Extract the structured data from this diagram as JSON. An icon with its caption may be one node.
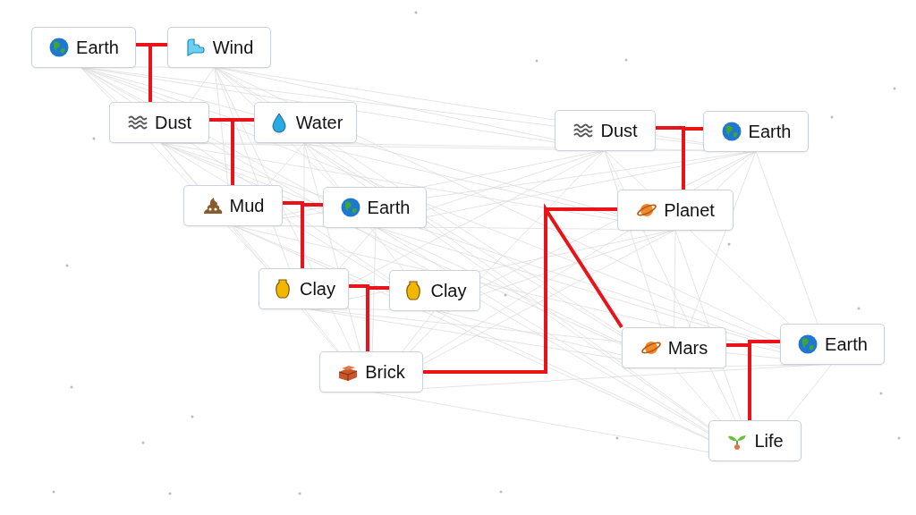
{
  "diagram": {
    "nodes": [
      {
        "text": [
          "Earth"
        ]
      },
      {
        "text": [
          "Wind"
        ]
      },
      {
        "text": [
          "Dust"
        ]
      },
      {
        "text": [
          "Water"
        ]
      },
      {
        "text": [
          "Mud"
        ]
      },
      {
        "text": [
          "Earth"
        ]
      },
      {
        "text": [
          "Clay"
        ]
      },
      {
        "text": [
          "Clay"
        ]
      },
      {
        "text": [
          "Brick"
        ]
      },
      {
        "text": [
          "Dust"
        ]
      },
      {
        "text": [
          "Earth"
        ]
      },
      {
        "text": [
          "Planet"
        ]
      },
      {
        "text": [
          "Mars"
        ]
      },
      {
        "text": [
          "Earth"
        ]
      },
      {
        "text": [
          "Life"
        ]
      }
    ],
    "edges": [
      {
        "from": 0,
        "to": 2,
        "arrow": "none"
      },
      {
        "from": 1,
        "to": 2,
        "arrow": "none"
      },
      {
        "from": 2,
        "to": 4,
        "arrow": "none"
      },
      {
        "from": 3,
        "to": 4,
        "arrow": "none"
      },
      {
        "from": 4,
        "to": 6,
        "arrow": "none"
      },
      {
        "from": 5,
        "to": 6,
        "arrow": "none"
      },
      {
        "from": 6,
        "to": 8,
        "arrow": "none"
      },
      {
        "from": 7,
        "to": 8,
        "arrow": "none"
      },
      {
        "from": 8,
        "to": 11,
        "arrow": "none"
      },
      {
        "from": 8,
        "to": 12,
        "arrow": "none"
      },
      {
        "from": 9,
        "to": 11,
        "arrow": "none"
      },
      {
        "from": 10,
        "to": 11,
        "arrow": "none"
      },
      {
        "from": 12,
        "to": 14,
        "arrow": "none"
      },
      {
        "from": 13,
        "to": 14,
        "arrow": "none"
      }
    ]
  }
}
